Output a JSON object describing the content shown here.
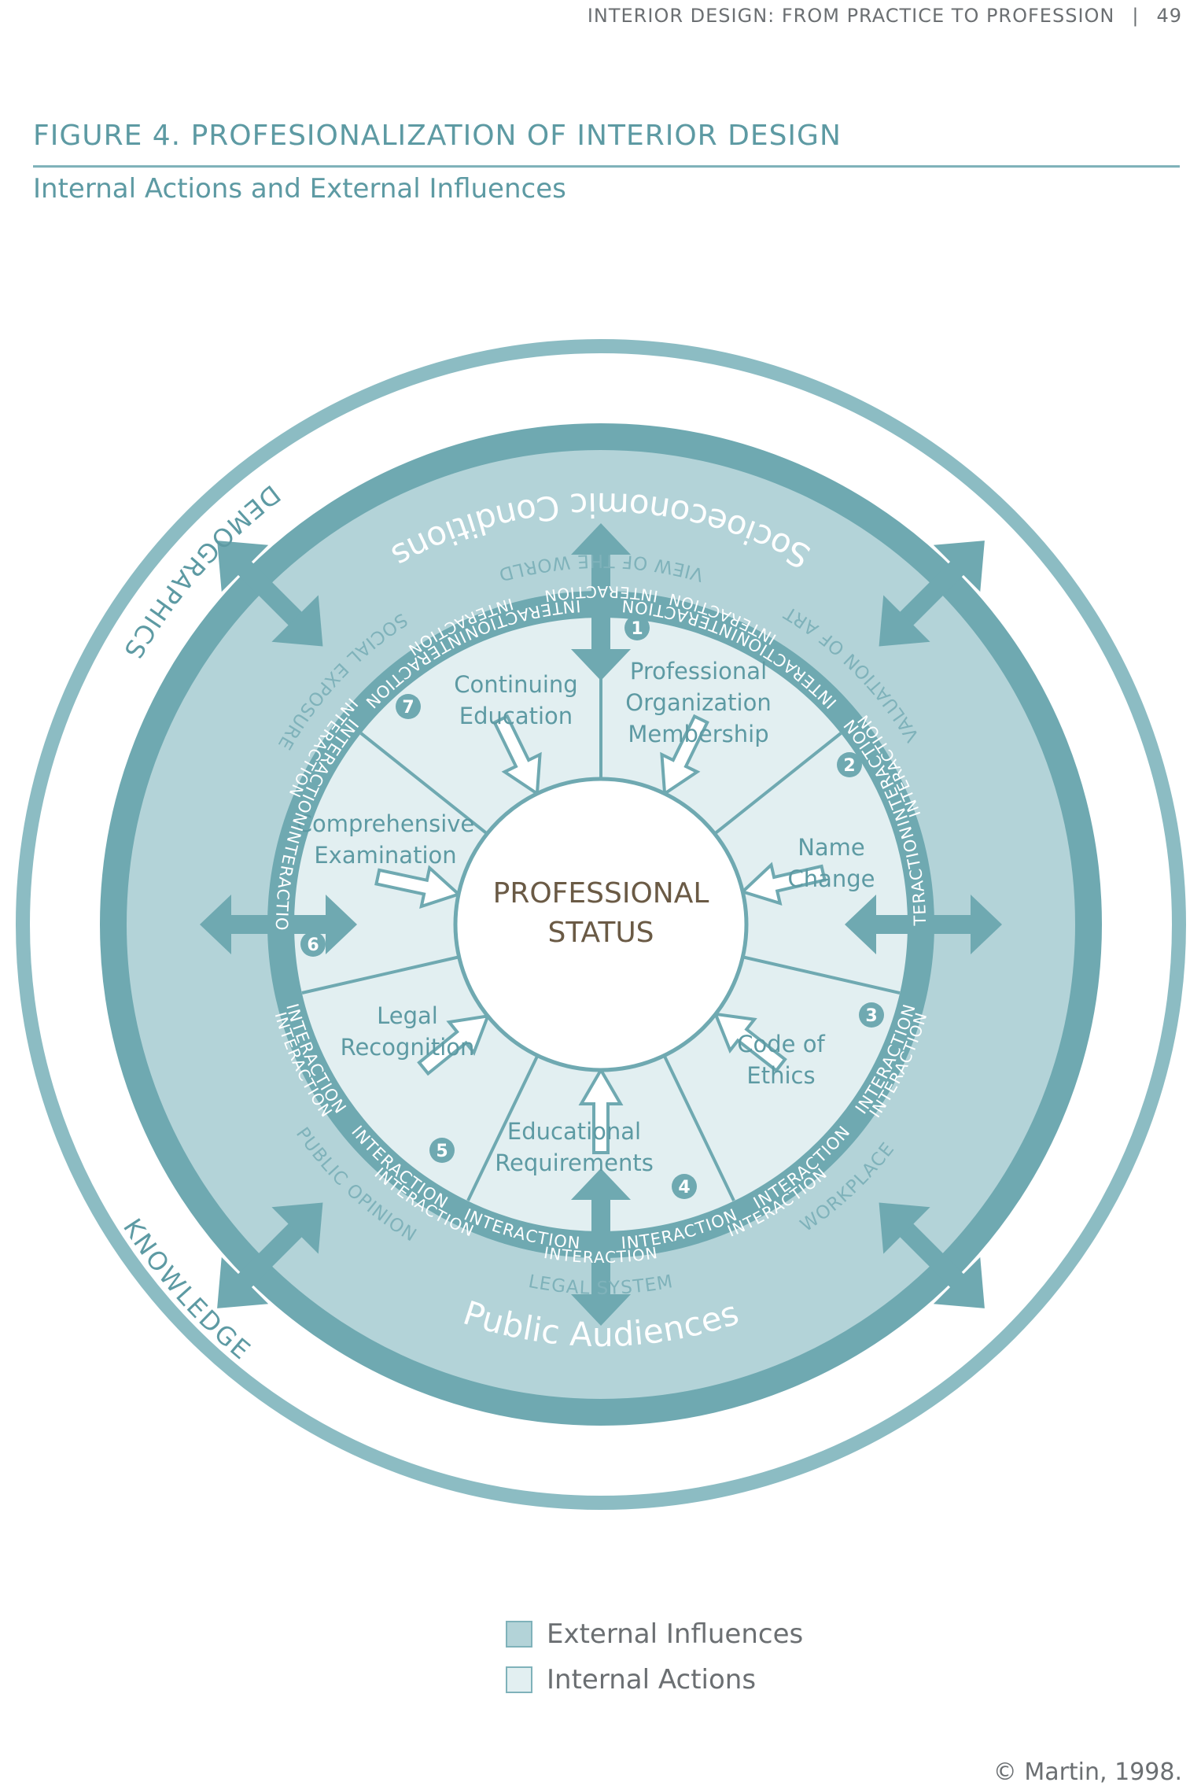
{
  "running_head": {
    "title": "INTERIOR DESIGN: FROM PRACTICE TO PROFESSION",
    "separator": "|",
    "page_number": "49"
  },
  "figure": {
    "title": "FIGURE 4. PROFESIONALIZATION OF INTERIOR DESIGN",
    "subtitle": "Internal Actions and External Influences"
  },
  "colors": {
    "outer_ring": "#8cbcc3",
    "external": "#b3d3d8",
    "band": "#6fa9b1",
    "internal": "#e2eff1",
    "center_text": "#6a5a45",
    "text_teal": "#5d9aa3"
  },
  "diagram": {
    "center": {
      "line1": "PROFESSIONAL",
      "line2": "STATUS"
    },
    "outer_labels": {
      "demographics": "DEMOGRAPHICS",
      "knowledge": "KNOWLEDGE"
    },
    "external_headings": {
      "top": "Socioeconomic Conditions",
      "bottom": "Public Audiences"
    },
    "external_factors": {
      "view_of_world": "VIEW OF THE WORLD",
      "valuation_of_art": "VALUATION OF ART",
      "social_exposure": "SOCIAL EXPOSURE",
      "public_opinion": "PUBLIC OPINION",
      "legal_system": "LEGAL SYSTEM",
      "workplace": "WORKPLACE"
    },
    "interaction_label": "INTERACTION",
    "segments": [
      {
        "number": "1",
        "line1": "Professional",
        "line2": "Organization",
        "line3": "Membership"
      },
      {
        "number": "2",
        "line1": "Name",
        "line2": "Change"
      },
      {
        "number": "3",
        "line1": "Code of",
        "line2": "Ethics"
      },
      {
        "number": "4",
        "line1": "Educational",
        "line2": "Requirements"
      },
      {
        "number": "5",
        "line1": "Legal",
        "line2": "Recognition"
      },
      {
        "number": "6",
        "line1": "Comprehensive",
        "line2": "Examination"
      },
      {
        "number": "7",
        "line1": "Continuing",
        "line2": "Education"
      }
    ]
  },
  "legend": [
    {
      "label": "External Influences",
      "color": "#b3d3d8"
    },
    {
      "label": "Internal Actions",
      "color": "#e2eff1"
    }
  ],
  "copyright": "© Martin, 1998."
}
